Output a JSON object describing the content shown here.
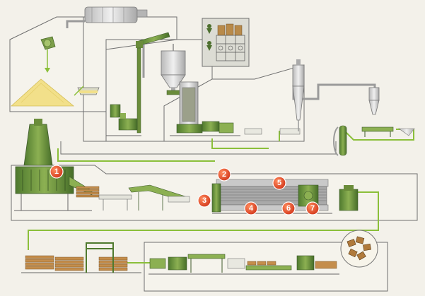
{
  "colors": {
    "background": "#f3f1ea",
    "panel_line": "#6f6f6f",
    "flow_line": "#8bbf3a",
    "machine_green": "#6a8c3a",
    "machine_dark": "#3e5a2c",
    "machine_light": "#cfd8b8",
    "sawdust": "#f2e08a",
    "marker_red": "#e2482a",
    "board_wood": "#c48d4b",
    "steel": "#c9c9c9"
  },
  "stations": [
    {
      "id": "1",
      "label": "1"
    },
    {
      "id": "2",
      "label": "2"
    },
    {
      "id": "3",
      "label": "3"
    },
    {
      "id": "4",
      "label": "4"
    },
    {
      "id": "5",
      "label": "5"
    },
    {
      "id": "6",
      "label": "6"
    },
    {
      "id": "7",
      "label": "7"
    }
  ]
}
